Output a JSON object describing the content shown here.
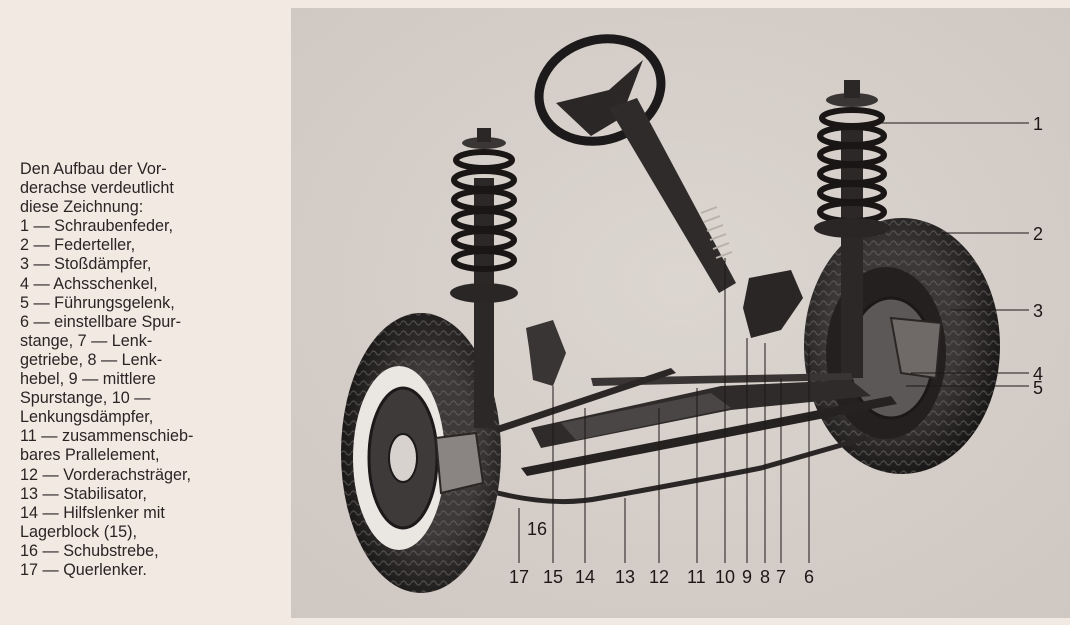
{
  "caption": {
    "lines": [
      "Den Aufbau der Vor-",
      "derachse verdeutlicht",
      "diese Zeichnung:",
      "1 — Schraubenfeder,",
      "2 — Federteller,",
      "3 — Stoßdämpfer,",
      "4 — Achsschenkel,",
      "5 — Führungsgelenk,",
      "6 — einstellbare Spur-",
      "stange, 7 — Lenk-",
      "getriebe, 8 — Lenk-",
      "hebel, 9 — mittlere",
      "Spurstange, 10 —",
      "Lenkungsdämpfer,",
      "11 — zusammenschieb-",
      "bares Prallelement,",
      "12 — Vorderachsträger,",
      "13 — Stabilisator,",
      "14 — Hilfslenker mit",
      "Lagerblock (15),",
      "16 — Schubstrebe,",
      "17 — Querlenker."
    ]
  },
  "figure": {
    "callouts_right": [
      "1",
      "2",
      "3",
      "4",
      "5"
    ],
    "callouts_bottom": [
      "17",
      "15",
      "14",
      "13",
      "12",
      "11",
      "10",
      "9",
      "8",
      "7",
      "6"
    ],
    "callout_16": "16"
  },
  "colors": {
    "page": "#f3e9e3",
    "figure_background": "#d7d0ca",
    "ink": "#1c1818"
  }
}
